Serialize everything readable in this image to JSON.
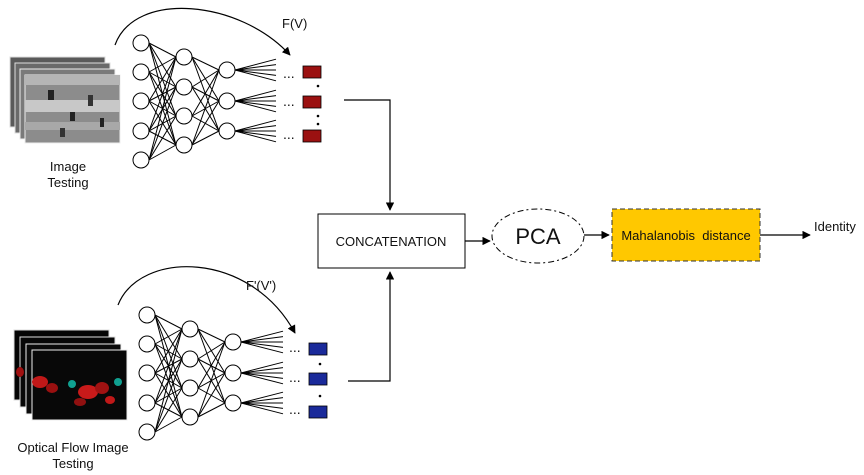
{
  "top_branch": {
    "input_label_line1": "Image",
    "input_label_line2": "Testing",
    "feature_label": "F(V)",
    "output_color": "#9b1111",
    "dots": "..."
  },
  "bottom_branch": {
    "input_label_line1": "Optical Flow Image",
    "input_label_line2": "Testing",
    "feature_label": "F'(V')",
    "output_color": "#1a2a9a",
    "dots": "..."
  },
  "concat": {
    "label": "CONCATENATION"
  },
  "pca": {
    "label": "PCA"
  },
  "mahalanobis": {
    "label": "Mahalanobis  distance",
    "fill": "#ffc800"
  },
  "output": {
    "label": "Identity"
  }
}
